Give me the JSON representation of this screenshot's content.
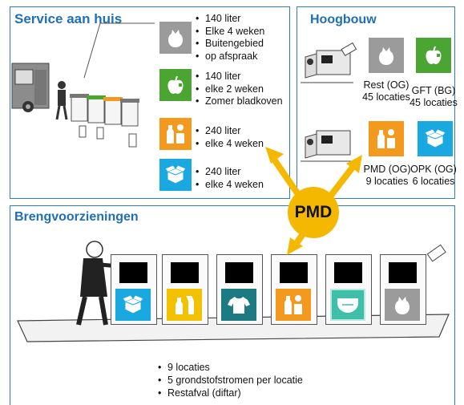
{
  "service": {
    "title": "Service  aan huis",
    "items": [
      {
        "icon": "rest-bag-icon",
        "color": "#9b9b9b",
        "lines": [
          "140 liter",
          "Elke 4 weken",
          "Buitengebied",
          "op afspraak"
        ]
      },
      {
        "icon": "gft-apple-icon",
        "color": "#4aa532",
        "lines": [
          "140 liter",
          "elke 2 weken",
          "Zomer bladkoven"
        ]
      },
      {
        "icon": "pmd-bottle-icon",
        "color": "#f39a1e",
        "lines": [
          "240 liter",
          "elke 4 weken"
        ]
      },
      {
        "icon": "paper-box-icon",
        "color": "#1aa8e1",
        "lines": [
          "240 liter",
          "elke 4 weken"
        ]
      }
    ]
  },
  "hoogbouw": {
    "title": "Hoogbouw",
    "items": [
      {
        "icon": "rest-bag-icon",
        "color": "#9b9b9b",
        "label": "Rest (OG)",
        "count": "45 locaties"
      },
      {
        "icon": "gft-apple-icon",
        "color": "#4aa532",
        "label": "GFT (BG)",
        "count": "45 locaties"
      },
      {
        "icon": "pmd-bottle-icon",
        "color": "#f39a1e",
        "label": "PMD (OG)",
        "count": "9 locaties"
      },
      {
        "icon": "paper-box-icon",
        "color": "#1aa8e1",
        "label": "OPK (OG)",
        "count": "6 locaties"
      }
    ]
  },
  "pmd_label": "PMD",
  "breng": {
    "title": "Brengvoorzieningen",
    "containers": [
      {
        "icon": "paper-box-icon",
        "color": "#1aa8e1"
      },
      {
        "icon": "glass-bottle-icon",
        "color": "#f2c200"
      },
      {
        "icon": "textile-shirt-icon",
        "color": "#1b7a82"
      },
      {
        "icon": "pmd-bottle-icon",
        "color": "#f39a1e"
      },
      {
        "icon": "diaper-icon",
        "color": "#3fbfa8"
      },
      {
        "icon": "rest-bag-icon",
        "color": "#9b9b9b"
      }
    ],
    "bullets": [
      "9 locaties",
      "5 grondstofstromen per locatie",
      "Restafval (diftar)"
    ]
  },
  "colors": {
    "border": "#2e7dbf",
    "title": "#1f6fb5",
    "arrow": "#f5b800"
  }
}
